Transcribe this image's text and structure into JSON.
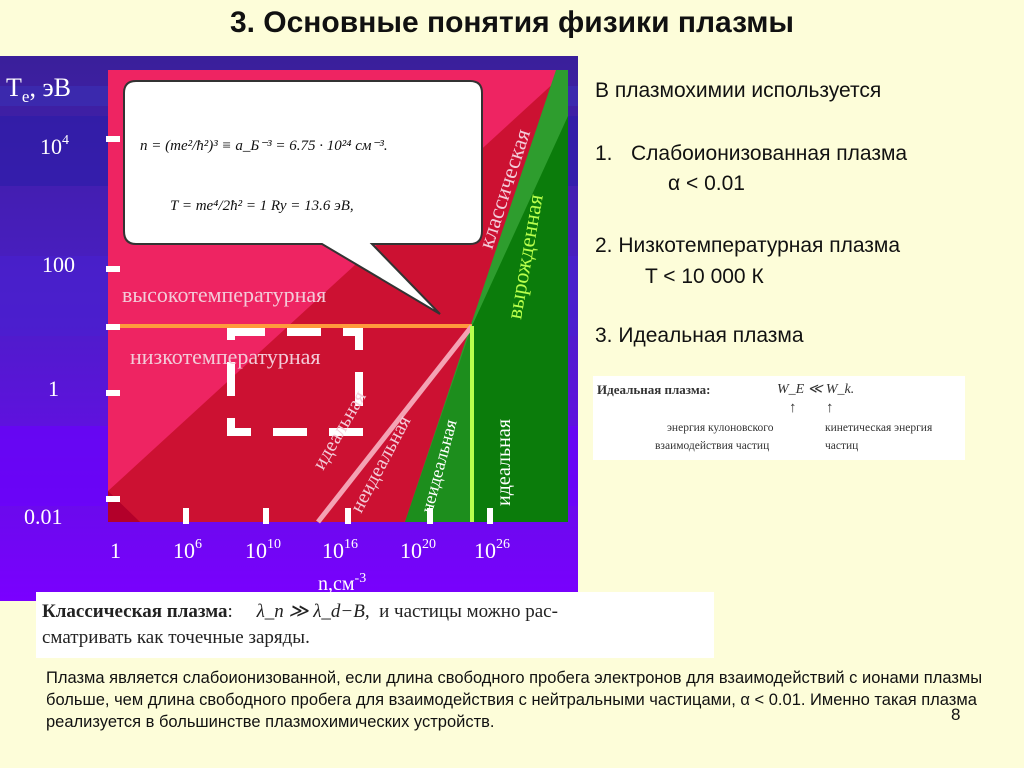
{
  "slide": {
    "title": "3. Основные понятия физики плазмы",
    "page_number": "8"
  },
  "diagram": {
    "axis_y_label_main": "T",
    "axis_y_label_sub": "e",
    "axis_y_label_unit": ", эВ",
    "y_ticks": [
      {
        "base": "10",
        "exp": "4"
      },
      {
        "base": "100",
        "exp": ""
      },
      {
        "base": "1",
        "exp": ""
      },
      {
        "base": "0.01",
        "exp": ""
      }
    ],
    "x_ticks": [
      {
        "base": "1",
        "exp": ""
      },
      {
        "base": "10",
        "exp": "6"
      },
      {
        "base": "10",
        "exp": "10"
      },
      {
        "base": "10",
        "exp": "16"
      },
      {
        "base": "10",
        "exp": "20"
      },
      {
        "base": "10",
        "exp": "26"
      }
    ],
    "axis_x_label_main": "n,см",
    "axis_x_label_sup": "-3",
    "formula_n": "n = (me²/ħ²)³ ≡ a_Б⁻³ = 6.75 · 10²⁴ см⁻³.",
    "formula_t": "T = me⁴/2ħ² = 1 Ry = 13.6 эВ,",
    "region_labels": {
      "high_temp": "высокотемпературная",
      "low_temp": "низкотемпературная",
      "classical": "классическая",
      "degenerate": "вырожденная",
      "ideal_left": "идеальная",
      "nonideal_left": "неидеальная",
      "nonideal_right": "неидеальная",
      "ideal_right": "идеальная"
    },
    "colors": {
      "background_purple": "#6a00e6",
      "field_pink": "#ee2462",
      "field_crimson": "#c8102e",
      "field_green": "#2e9d2e",
      "field_dark_green": "#0b7c0b",
      "line_orange": "#ff9a3c",
      "line_light_pink": "#f4a3b4",
      "line_light_green": "#b8ff4c"
    }
  },
  "right_column": {
    "intro": "В плазмохимии используется",
    "item1_label": "1.",
    "item1_text": "Слабоионизованная плазма",
    "item1_condition": "α < 0.01",
    "item2_text": "2. Низкотемпературная плазма",
    "item2_condition": "T < 10 000 К",
    "item3_text": "3. Идеальная плазма"
  },
  "ideal_box": {
    "label": "Идеальная плазма:",
    "formula": "W_E ≪ W_k.",
    "arrow_left": "↑",
    "arrow_right": "↑",
    "coulomb_line1": "энергия кулоновского",
    "coulomb_line2": "взаимодействия частиц",
    "kinetic_line1": "кинетическая энергия",
    "kinetic_line2": "частиц"
  },
  "classic_box": {
    "bold_label": "Классическая плазма",
    "colon": ":",
    "formula": "λ_n ≫ λ_d−B,",
    "line1_tail": "и частицы можно рас-",
    "line2": "сматривать как точечные заряды."
  },
  "bottom_text": "Плазма является слабоионизованной, если длина свободного пробега электронов для взаимодействий с ионами плазмы больше, чем длина свободного пробега для взаимодействия с нейтральными частицами, α < 0.01. Именно такая плазма реализуется в большинстве плазмохимических устройств."
}
